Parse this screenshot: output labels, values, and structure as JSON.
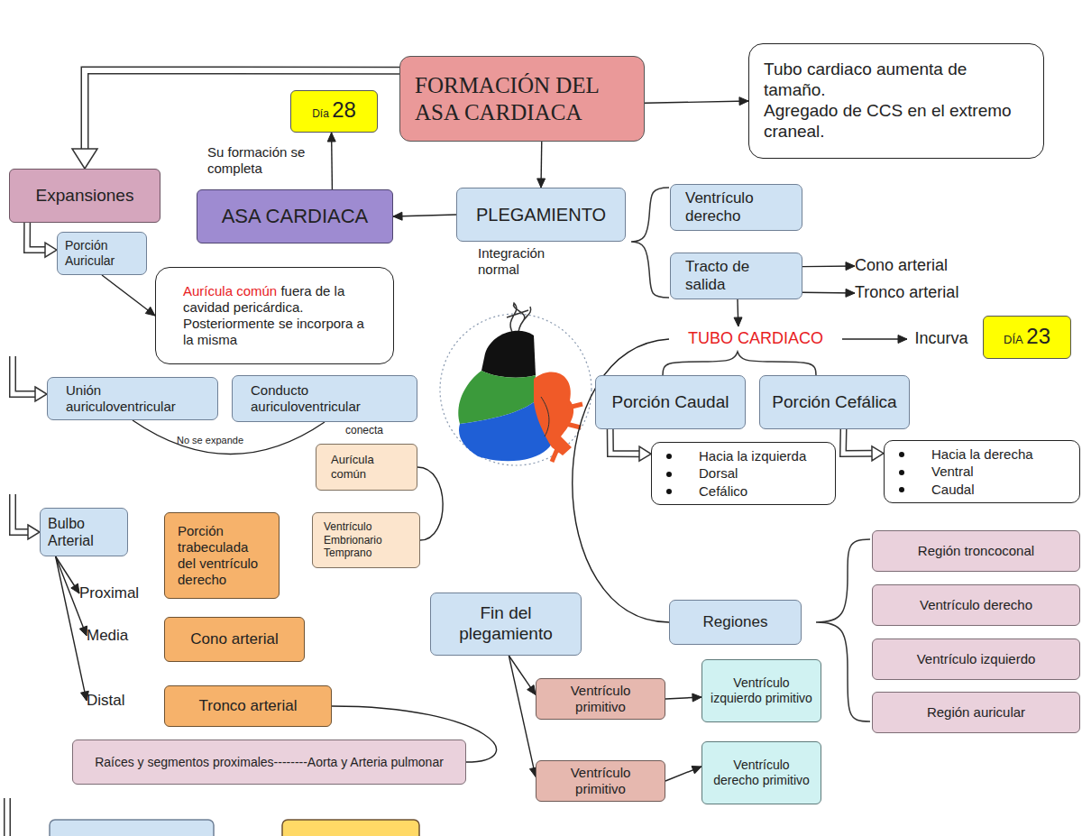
{
  "diagram": {
    "nodes": [
      {
        "text": [
          "FORMACIÓN DEL ASA CARDIACA"
        ]
      },
      {
        "text": [
          "Tubo cardiaco aumenta de tamaño.",
          "Agregado de CCS en el extremo craneal."
        ]
      },
      {
        "text": [
          "Día",
          "28"
        ]
      },
      {
        "text": [
          "Expansiones"
        ]
      },
      {
        "text": [
          "ASA CARDIACA"
        ]
      },
      {
        "text": [
          "PLEGAMIENTO"
        ]
      },
      {
        "text": [
          "Ventrículo derecho"
        ]
      },
      {
        "text": [
          "Porción Auricular"
        ]
      },
      {
        "text": [
          "Tracto de salida"
        ]
      },
      {
        "text": [
          "Cono arterial"
        ]
      },
      {
        "text": [
          "Aurícula común",
          "fuera de la cavidad pericárdica. Posteriormente se incorpora a la misma"
        ]
      },
      {
        "text": [
          "Tronco arterial"
        ]
      },
      {
        "text": [
          "TUBO CARDIACO"
        ]
      },
      {
        "text": [
          "Incurva"
        ]
      },
      {
        "text": [
          "DÍA",
          "23"
        ]
      },
      {
        "text": [
          "Unión auriculoventricular"
        ]
      },
      {
        "text": [
          "Conducto auriculoventricular"
        ]
      },
      {
        "text": [
          "Porción Caudal"
        ]
      },
      {
        "text": [
          "Porción Cefálica"
        ]
      },
      {
        "text": [
          "Hacia la izquierda",
          "Dorsal",
          "Cefálico"
        ]
      },
      {
        "text": [
          "Hacia la derecha",
          "Ventral",
          "Caudal"
        ]
      },
      {
        "text": [
          "Aurícula común"
        ]
      },
      {
        "text": [
          "Bulbo Arterial"
        ]
      },
      {
        "text": [
          "Porción trabeculada del ventrículo derecho"
        ]
      },
      {
        "text": [
          "Ventrículo Embrionario Temprano"
        ]
      },
      {
        "text": [
          "Región troncoconal"
        ]
      },
      {
        "text": [
          "Proximal"
        ]
      },
      {
        "text": [
          "Ventrículo derecho"
        ]
      },
      {
        "text": [
          "Fin del plegamiento"
        ]
      },
      {
        "text": [
          "Regiones"
        ]
      },
      {
        "text": [
          "Media"
        ]
      },
      {
        "text": [
          "Cono arterial"
        ]
      },
      {
        "text": [
          "Ventrículo izquierdo"
        ]
      },
      {
        "text": [
          "Ventrículo izquierdo primitivo"
        ]
      },
      {
        "text": [
          "Ventrículo primitivo"
        ]
      },
      {
        "text": [
          "Distal"
        ]
      },
      {
        "text": [
          "Tronco arterial"
        ]
      },
      {
        "text": [
          "Región auricular"
        ]
      },
      {
        "text": [
          "Raíces y segmentos proximales--------Aorta y Arteria pulmonar"
        ]
      },
      {
        "text": [
          "Ventrículo derecho primitivo"
        ]
      },
      {
        "text": [
          "Ventrículo primitivo"
        ]
      }
    ],
    "edges": [
      {
        "from": 0,
        "to": 3,
        "arrow": "to"
      },
      {
        "from": 0,
        "to": 1,
        "arrow": "to"
      },
      {
        "from": 0,
        "to": 5,
        "arrow": "to"
      },
      {
        "from": 5,
        "to": 4,
        "arrow": "to"
      },
      {
        "from": 4,
        "to": 2,
        "label": "Su formación se completa",
        "arrow": "to"
      },
      {
        "from": 8,
        "to": 9,
        "arrow": "to"
      },
      {
        "from": 8,
        "to": 11,
        "arrow": "to"
      },
      {
        "from": 8,
        "to": 12,
        "arrow": "to"
      },
      {
        "from": 12,
        "to": 13,
        "arrow": "to"
      },
      {
        "from": 12,
        "to": 29,
        "arrow": "none"
      },
      {
        "from": 17,
        "to": 19,
        "arrow": "to"
      },
      {
        "from": 18,
        "to": 20,
        "arrow": "to"
      },
      {
        "from": 3,
        "to": 7,
        "arrow": "to"
      },
      {
        "from": 7,
        "to": 10,
        "arrow": "to"
      },
      {
        "from": 15,
        "to": 16,
        "label": "No se expande",
        "arrow": "none"
      },
      {
        "from": 21,
        "to": 24,
        "arrow": "none"
      },
      {
        "from": 22,
        "to": 26,
        "arrow": "to"
      },
      {
        "from": 22,
        "to": 30,
        "arrow": "to"
      },
      {
        "from": 22,
        "to": 35,
        "arrow": "to"
      },
      {
        "from": 36,
        "to": 38,
        "arrow": "none"
      },
      {
        "from": 28,
        "to": 34,
        "arrow": "to"
      },
      {
        "from": 28,
        "to": 40,
        "arrow": "to"
      },
      {
        "from": 34,
        "to": 33,
        "arrow": "to"
      },
      {
        "from": 40,
        "to": 39,
        "arrow": "to"
      }
    ],
    "labels": [
      "Integración normal",
      "conecta"
    ]
  }
}
